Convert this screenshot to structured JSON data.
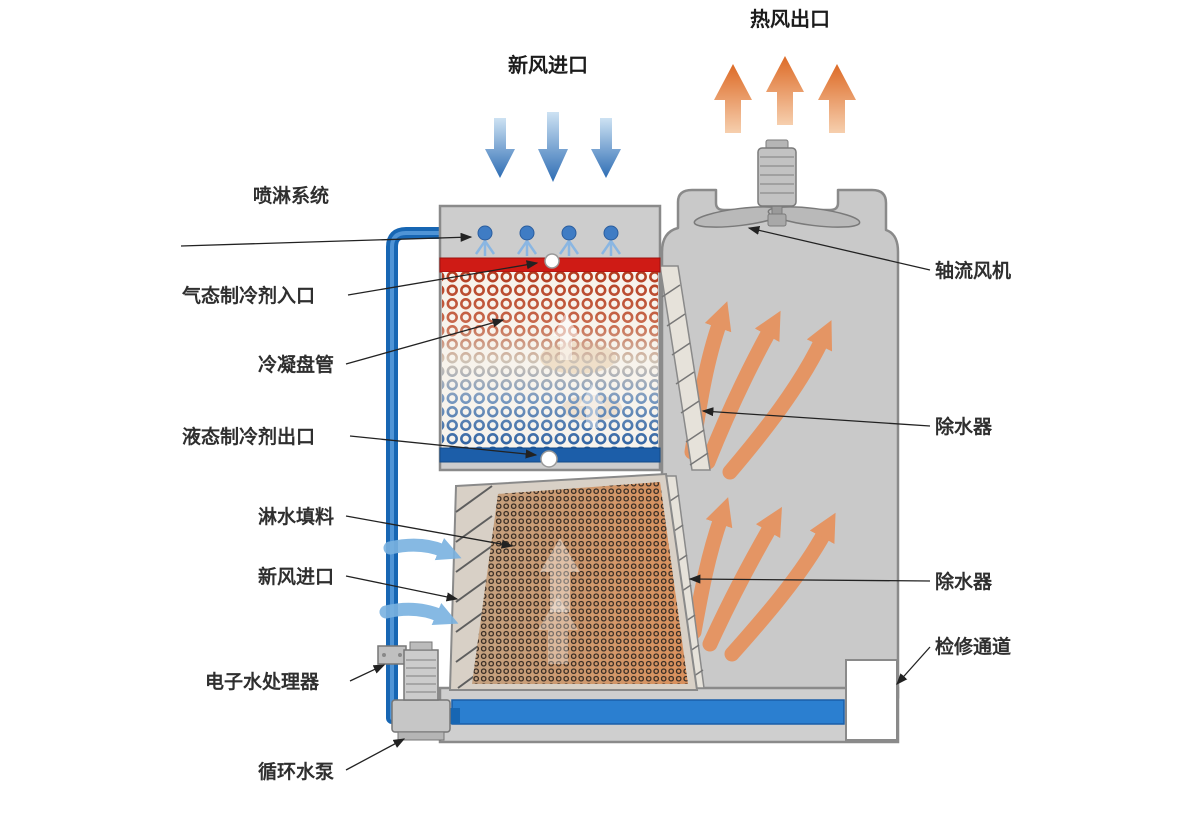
{
  "diagram": {
    "type": "closed-circuit-cooling-tower-schematic",
    "labels": {
      "hot_air_outlet": "热风出口",
      "fresh_air_inlet_top": "新风进口",
      "spray_system": "喷淋系统",
      "gas_refrigerant_inlet": "气态制冷剂入口",
      "condensing_coil": "冷凝盘管",
      "liquid_refrigerant_outlet": "液态制冷剂出口",
      "fill_packing": "淋水填料",
      "fresh_air_inlet_left": "新风进口",
      "electronic_water_treater": "电子水处理器",
      "circulating_pump": "循环水泵",
      "axial_fan": "轴流风机",
      "drift_eliminator_upper": "除水器",
      "drift_eliminator_lower": "除水器",
      "access_channel": "检修通道"
    },
    "colors": {
      "tower_gray": "#c9c9c9",
      "outline_gray": "#8a8a8a",
      "hot_arrow_orange": "#e2702c",
      "cool_arrow_blue": "#2e6db4",
      "pipe_blue": "#1766b3",
      "water_blue": "#2b7fd0",
      "refrigerant_red": "#cf1b15",
      "refrigerant_blue": "#1c5ea9"
    }
  }
}
